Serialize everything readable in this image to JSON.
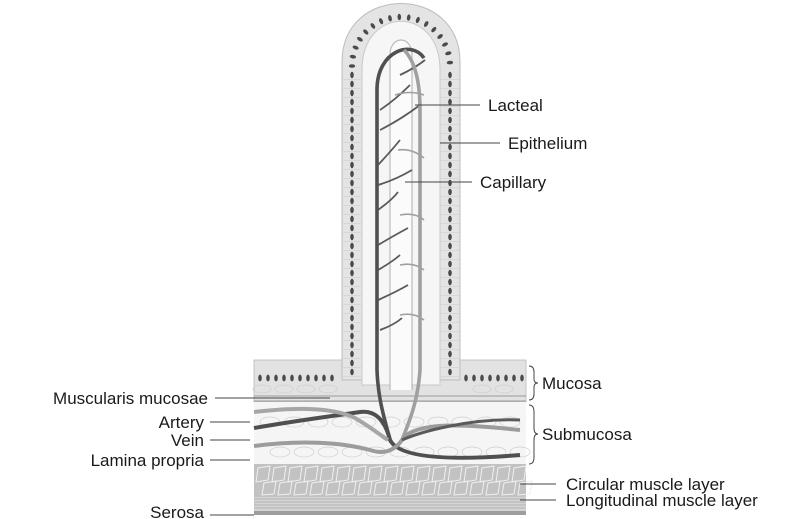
{
  "labels": {
    "lacteal": "Lacteal",
    "epithelium": "Epithelium",
    "capillary": "Capillary",
    "mucosa": "Mucosa",
    "submucosa": "Submucosa",
    "circular_muscle": "Circular muscle layer",
    "longitudinal_muscle": "Longitudinal muscle layer",
    "muscularis_mucosae": "Muscularis mucosae",
    "artery": "Artery",
    "vein": "Vein",
    "lamina_propria": "Lamina propria",
    "serosa": "Serosa"
  },
  "colors": {
    "epithelium_fill": "#e2e2e2",
    "lamina_fill": "#f4f4f4",
    "nucleus": "#4a4a4a",
    "artery": "#555555",
    "vein": "#9a9a9a",
    "muscle": "#bdbdbd",
    "line": "#333333"
  }
}
